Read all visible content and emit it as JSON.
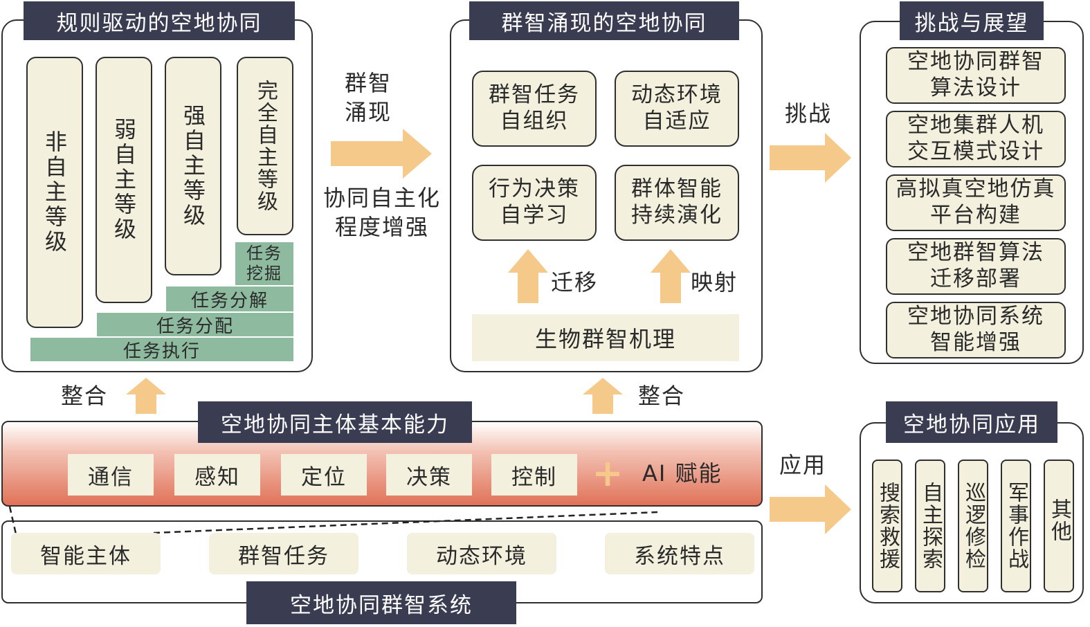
{
  "rule_panel": {
    "title": "规则驱动的空地协同",
    "levels": [
      "非自主等级",
      "弱自主等级",
      "强自主等级",
      "完全自主等级"
    ],
    "steps": [
      "任务挖掘",
      "任务分解",
      "任务分配",
      "任务执行"
    ]
  },
  "arrow1": {
    "top_label": "群智\n涌现",
    "bottom_label": "协同自主化\n程度增强"
  },
  "swarm_panel": {
    "title": "群智涌现的空地协同",
    "boxes": [
      "群智任务\n自组织",
      "动态环境\n自适应",
      "行为决策\n自学习",
      "群体智能\n持续演化"
    ],
    "arrow_left_label": "迁移",
    "arrow_right_label": "映射",
    "base": "生物群智机理"
  },
  "arrow2": {
    "label": "挑战"
  },
  "challenge_panel": {
    "title": "挑战与展望",
    "items": [
      "空地协同群智\n算法设计",
      "空地集群人机\n交互模式设计",
      "高拟真空地仿真\n平台构建",
      "空地群智算法\n迁移部署",
      "空地协同系统\n智能增强"
    ]
  },
  "integrate_left": "整合",
  "integrate_right": "整合",
  "capability_band": {
    "title": "空地协同主体基本能力",
    "items": [
      "通信",
      "感知",
      "定位",
      "决策",
      "控制"
    ],
    "plus": "+",
    "ai_label": "AI 赋能"
  },
  "system_panel": {
    "title": "空地协同群智系统",
    "features": [
      "智能主体",
      "群智任务",
      "动态环境",
      "系统特点"
    ]
  },
  "arrow3": {
    "label": "应用"
  },
  "application_panel": {
    "title": "空地协同应用",
    "items": [
      "搜索救援",
      "自主探索",
      "巡逻修检",
      "军事作战",
      "其他"
    ]
  },
  "colors": {
    "title_bg": "#3a3c52",
    "beige": "#f3f0dd",
    "step_green": "#8ebba0",
    "arrow": "#f5c98a",
    "band_top": "#ffffff",
    "band_bottom": "#e07258"
  }
}
